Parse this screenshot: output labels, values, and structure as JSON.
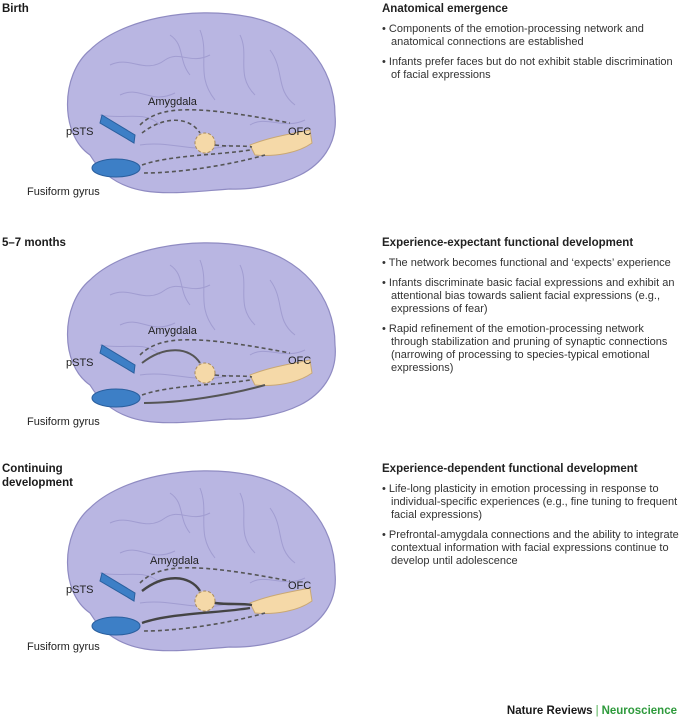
{
  "labels": {
    "amygdala": "Amygdala",
    "psts": "pSTS",
    "ofc": "OFC",
    "fusiform": "Fusiform gyrus"
  },
  "stages": [
    {
      "title": "Birth",
      "heading": "Anatomical emergence",
      "bullets": [
        "Components of the emotion-processing network and anatomical connections are established",
        "Infants prefer faces but do not exhibit stable discrimination of facial expressions"
      ]
    },
    {
      "title": "5–7 months",
      "heading": "Experience-expectant functional development",
      "bullets": [
        "The network becomes functional and ‘expects’ experience",
        "Infants discriminate basic facial expressions and exhibit an attentional bias towards salient facial expressions (e.g., expressions of fear)",
        "Rapid refinement of the emotion-processing network through stabilization and pruning of synaptic connections (narrowing of processing to species-typical emotional expressions)"
      ]
    },
    {
      "title": "Continuing development",
      "heading": "Experience-dependent functional development",
      "bullets": [
        "Life-long plasticity in emotion processing in response to individual-specific experiences (e.g., fine tuning to frequent facial expressions)",
        "Prefrontal-amygdala connections and the ability to integrate contextual information with facial expressions continue to develop until adolescence"
      ]
    }
  ],
  "footer": {
    "journal": "Nature Reviews",
    "section": "Neuroscience"
  },
  "colors": {
    "brain_fill": "#b9b6e2",
    "brain_stroke": "#8f8bc2",
    "sulci": "#a19dd1",
    "region_blue": "#3d7fc6",
    "region_peach": "#f5d9a8",
    "arrow": "#555555"
  }
}
